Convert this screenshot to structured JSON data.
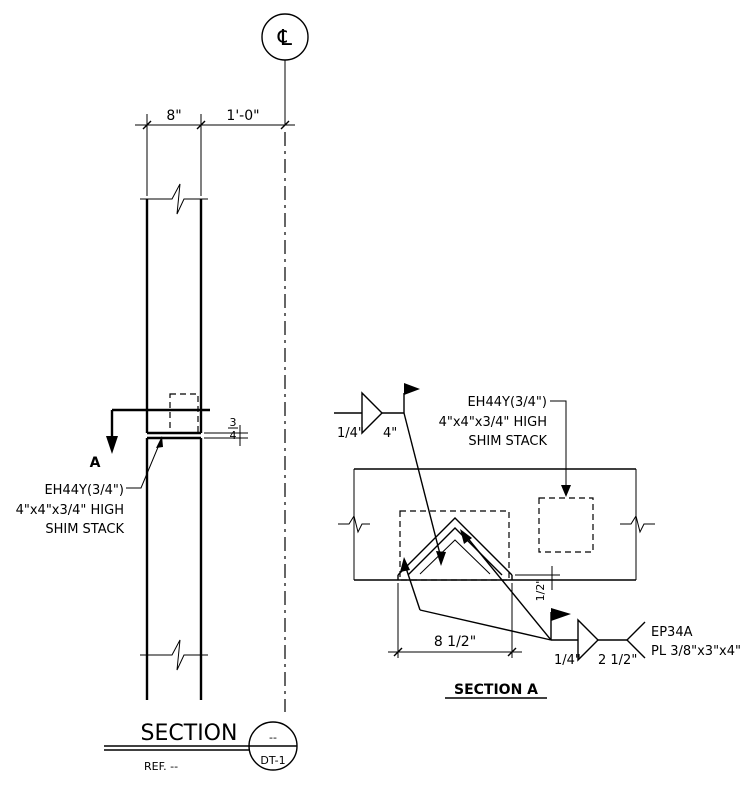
{
  "centerline": {
    "symbol": "℄"
  },
  "dimensions": {
    "column_width": "8\"",
    "offset_to_centerline": "1'-0\"",
    "shim_height_num": "3",
    "shim_height_den": "4"
  },
  "section_cut": {
    "label": "A"
  },
  "left_callout": {
    "line1": "EH44Y(3/4\")",
    "line2": "4\"x4\"x3/4\" HIGH",
    "line3": "SHIM STACK"
  },
  "section_a": {
    "weld_top": {
      "size": "1/4\"",
      "length": "4\""
    },
    "callout": {
      "line1": "EH44Y(3/4\")",
      "line2": "4\"x4\"x3/4\" HIGH",
      "line3": "SHIM STACK"
    },
    "gap_dim": "1/2\"",
    "width_dim": "8 1/2\"",
    "weld_bottom": {
      "size": "1/4\"",
      "length": "2 1/2\""
    },
    "plate_note": {
      "line1": "EP34A",
      "line2": "PL 3/8\"x3\"x4\""
    },
    "title": "SECTION A"
  },
  "title_block": {
    "title": "SECTION",
    "ref": "REF. --",
    "bubble_top": "--",
    "bubble_bottom": "DT-1"
  }
}
